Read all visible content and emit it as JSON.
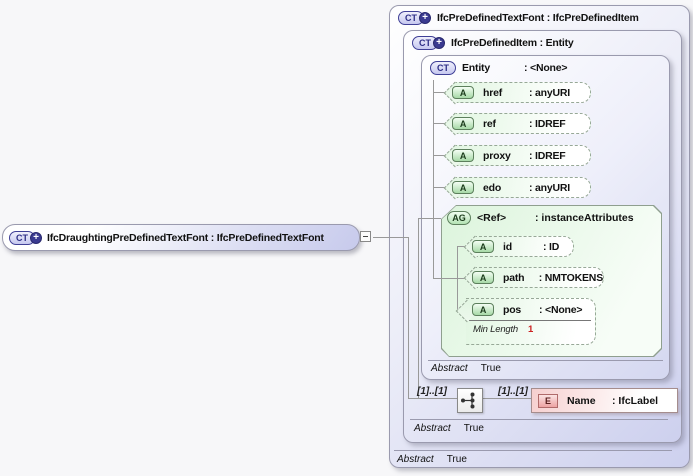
{
  "icons": {
    "ct": "CT",
    "plus": "+",
    "attr": "A",
    "group": "AG",
    "element": "E"
  },
  "colors": {
    "type_box_fill": "#cdd0ee",
    "attribute_fill": "#e2f6e2",
    "element_fill": "#f6cfcf",
    "facet_value_red": "#cc2222"
  },
  "left_node": {
    "label": "IfcDraughtingPreDefinedTextFont : IfcPreDefinedTextFont"
  },
  "outer_box": {
    "title": "IfcPreDefinedTextFont : IfcPreDefinedItem",
    "abstract_label": "Abstract",
    "abstract_value": "True",
    "inner_box": {
      "title": "IfcPreDefinedItem : Entity",
      "abstract_label": "Abstract",
      "abstract_value": "True",
      "content_model": {
        "cardinality_left": "[1]..[1]",
        "cardinality_right": "[1]..[1]",
        "element": {
          "name": "Name",
          "type": ": IfcLabel"
        }
      },
      "entity_box": {
        "name": "Entity",
        "type": ": <None>",
        "abstract_label": "Abstract",
        "abstract_value": "True",
        "attributes": [
          {
            "name": "href",
            "type": ": anyURI"
          },
          {
            "name": "ref",
            "type": ": IDREF"
          },
          {
            "name": "proxy",
            "type": ": IDREF"
          },
          {
            "name": "edo",
            "type": ": anyURI"
          }
        ],
        "attribute_group": {
          "name": "<Ref>",
          "type": ": instanceAttributes",
          "attributes": [
            {
              "name": "id",
              "type": ": ID"
            },
            {
              "name": "path",
              "type": ": NMTOKENS"
            },
            {
              "name": "pos",
              "type": ": <None>",
              "facet_label": "Min Length",
              "facet_value": "1"
            }
          ]
        }
      }
    }
  }
}
